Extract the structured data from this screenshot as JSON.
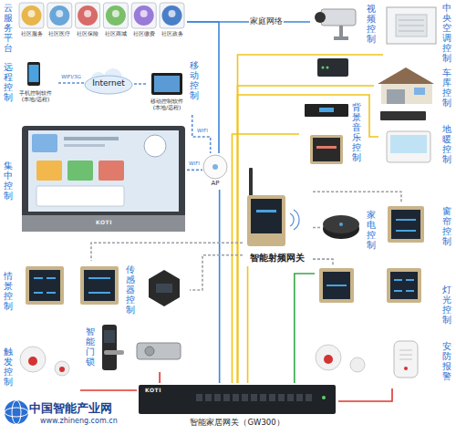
{
  "diagram": {
    "nodes": [
      {
        "text": [
          "云服务平台"
        ]
      },
      {
        "text": [
          "社区服务"
        ],
        "in": 0
      },
      {
        "text": [
          "社区医疗"
        ],
        "in": 0
      },
      {
        "text": [
          "社区保险"
        ],
        "in": 0
      },
      {
        "text": [
          "社区商城"
        ],
        "in": 0
      },
      {
        "text": [
          "社区缴费"
        ],
        "in": 0
      },
      {
        "text": [
          "社区政务"
        ],
        "in": 0
      },
      {
        "text": [
          "远程控制",
          "手机控制软件(本地/远程)"
        ]
      },
      {
        "text": [
          "Internet"
        ]
      },
      {
        "text": [
          "移动控制",
          "移动控制软件(本地/远程)"
        ]
      },
      {
        "text": [
          "集中控制",
          "KOTI"
        ]
      },
      {
        "text": [
          "AP"
        ]
      },
      {
        "text": [
          "情景控制"
        ]
      },
      {
        "text": [
          "传感器控制"
        ]
      },
      {
        "text": [
          "触发控制"
        ]
      },
      {
        "text": [
          "智能门锁"
        ]
      },
      {
        "text": [
          "智能射频网关"
        ]
      },
      {
        "text": [
          "KOTI",
          "智能家居网关（GW300）"
        ]
      },
      {
        "text": [
          "视频控制"
        ]
      },
      {
        "text": [
          "中央空调控制"
        ]
      },
      {
        "text": [
          "车库控制"
        ]
      },
      {
        "text": [
          "背景音乐控制"
        ]
      },
      {
        "text": [
          "地暖控制"
        ]
      },
      {
        "text": [
          "家电控制"
        ]
      },
      {
        "text": [
          "窗帘控制"
        ]
      },
      {
        "text": [
          "灯光控制"
        ]
      },
      {
        "text": [
          "安防报警"
        ]
      }
    ],
    "edges": [
      {
        "from": 0,
        "to": 18,
        "label": "家庭网络",
        "arrow": "none"
      },
      {
        "from": 0,
        "to": 11,
        "arrow": "none"
      },
      {
        "from": 11,
        "to": 17,
        "arrow": "none"
      },
      {
        "from": 7,
        "to": 8,
        "label": "WIFI/3G",
        "arrow": "none"
      },
      {
        "from": 8,
        "to": 9,
        "arrow": "none"
      },
      {
        "from": 9,
        "to": 11,
        "label": "WIFI",
        "arrow": "none"
      },
      {
        "from": 10,
        "to": 11,
        "label": "WIFI",
        "arrow": "none"
      },
      {
        "from": 17,
        "to": 16,
        "arrow": "none"
      },
      {
        "from": 17,
        "to": 20,
        "arrow": "none"
      },
      {
        "from": 17,
        "to": 21,
        "arrow": "none"
      },
      {
        "from": 17,
        "to": 22,
        "arrow": "none"
      },
      {
        "from": 17,
        "to": 19,
        "arrow": "none"
      },
      {
        "from": 16,
        "to": 23,
        "arrow": "none"
      },
      {
        "from": 16,
        "to": 24,
        "arrow": "none"
      },
      {
        "from": 16,
        "to": 25,
        "arrow": "none"
      },
      {
        "from": 16,
        "to": 13,
        "arrow": "none"
      },
      {
        "from": 16,
        "to": 12,
        "arrow": "none"
      },
      {
        "from": 17,
        "to": 15,
        "arrow": "none"
      },
      {
        "from": 17,
        "to": 14,
        "arrow": "none"
      },
      {
        "from": 17,
        "to": 26,
        "arrow": "none"
      },
      {
        "from": 17,
        "to": 25,
        "arrow": "none"
      }
    ],
    "labels": [
      "中国智能产业网",
      "www.zhineng.com.cn"
    ]
  }
}
